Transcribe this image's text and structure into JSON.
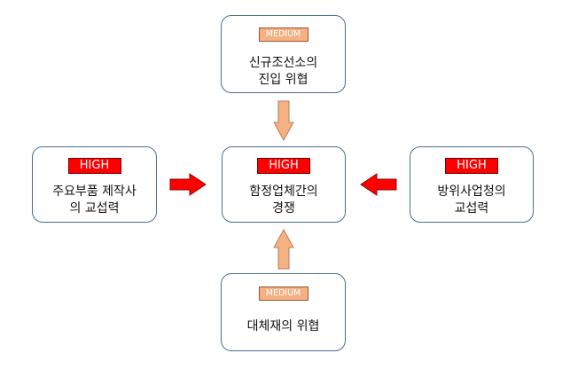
{
  "nodes": {
    "top": {
      "badge": "MEDIUM",
      "lines": [
        "신규조선소의",
        "진입 위협"
      ]
    },
    "left": {
      "badge": "HIGH",
      "lines": [
        "주요부품 제작사",
        "의 교섭력"
      ]
    },
    "center": {
      "badge": "HIGH",
      "lines": [
        "함정업체간의",
        "경쟁"
      ]
    },
    "right": {
      "badge": "HIGH",
      "lines": [
        "방위사업청의",
        "교섭력"
      ]
    },
    "bottom": {
      "badge": "MEDIUM",
      "lines": [
        "대체재의 위협"
      ]
    }
  },
  "colors": {
    "high": "#ff0000",
    "medium": "#f4b183",
    "box_border": "#4a6f8f",
    "arrow_high": "#ff0000",
    "arrow_medium": "#f4b183"
  },
  "arrows": {
    "top": "arrow-down",
    "bottom": "arrow-up",
    "left": "arrow-right",
    "right": "arrow-left"
  }
}
